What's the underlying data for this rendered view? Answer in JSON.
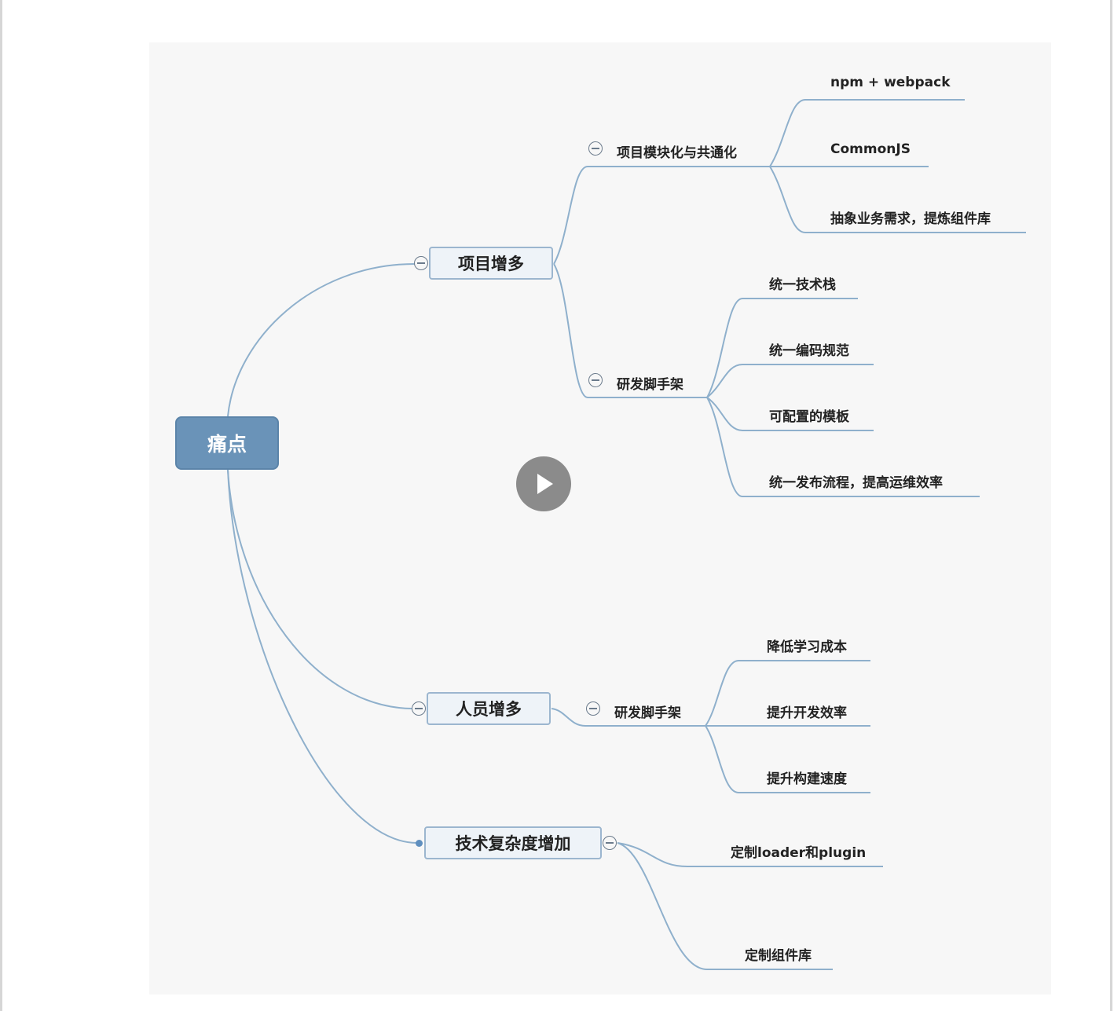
{
  "colors": {
    "root_fill": "#6a93b8",
    "line": "#8fb0cc",
    "main_fill": "#eef3f8",
    "main_border": "#9cb6cf",
    "canvas": "#f7f7f7"
  },
  "mindmap": {
    "root": "痛点",
    "branches": {
      "projects": {
        "label": "项目增多",
        "modular": {
          "label": "项目模块化与共通化",
          "items": [
            "npm + webpack",
            "CommonJS",
            "抽象业务需求，提炼组件库"
          ]
        },
        "scaffold": {
          "label": "研发脚手架",
          "items": [
            "统一技术栈",
            "统一编码规范",
            "可配置的模板",
            "统一发布流程，提高运维效率"
          ]
        }
      },
      "people": {
        "label": "人员增多",
        "scaffold": {
          "label": "研发脚手架",
          "items": [
            "降低学习成本",
            "提升开发效率",
            "提升构建速度"
          ]
        }
      },
      "complexity": {
        "label": "技术复杂度增加",
        "items": [
          "定制loader和plugin",
          "定制组件库"
        ]
      }
    }
  },
  "player": {
    "icon": "play-icon"
  }
}
